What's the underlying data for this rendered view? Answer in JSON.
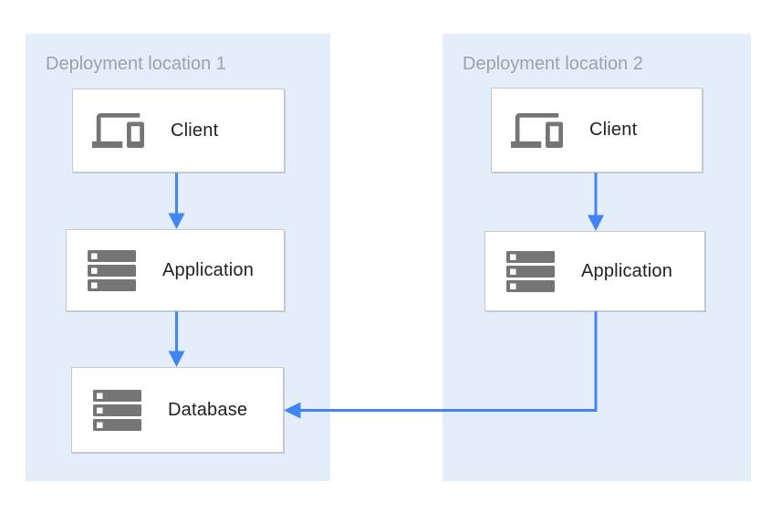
{
  "diagram": {
    "type": "architecture-diagram",
    "groups": [
      {
        "id": "deployment-location-1",
        "label": "Deployment location 1",
        "nodes": [
          {
            "id": "client-1",
            "label": "Client",
            "icon": "devices-icon"
          },
          {
            "id": "application-1",
            "label": "Application",
            "icon": "storage-icon"
          },
          {
            "id": "database-1",
            "label": "Database",
            "icon": "storage-icon"
          }
        ]
      },
      {
        "id": "deployment-location-2",
        "label": "Deployment location 2",
        "nodes": [
          {
            "id": "client-2",
            "label": "Client",
            "icon": "devices-icon"
          },
          {
            "id": "application-2",
            "label": "Application",
            "icon": "storage-icon"
          }
        ]
      }
    ],
    "connections": [
      {
        "from": "client-1",
        "to": "application-1",
        "style": "arrow-down"
      },
      {
        "from": "application-1",
        "to": "database-1",
        "style": "arrow-down"
      },
      {
        "from": "client-2",
        "to": "application-2",
        "style": "arrow-down"
      },
      {
        "from": "application-2",
        "to": "database-1",
        "style": "elbow-arrow-left"
      }
    ],
    "colors": {
      "group_background": "#e4eefa",
      "node_background": "#ffffff",
      "node_border": "#c6c9cc",
      "arrow_blue": "#4284f4",
      "icon_gray": "#757575",
      "group_title_gray": "#9aa2ab",
      "node_label_dark": "#212121"
    }
  }
}
